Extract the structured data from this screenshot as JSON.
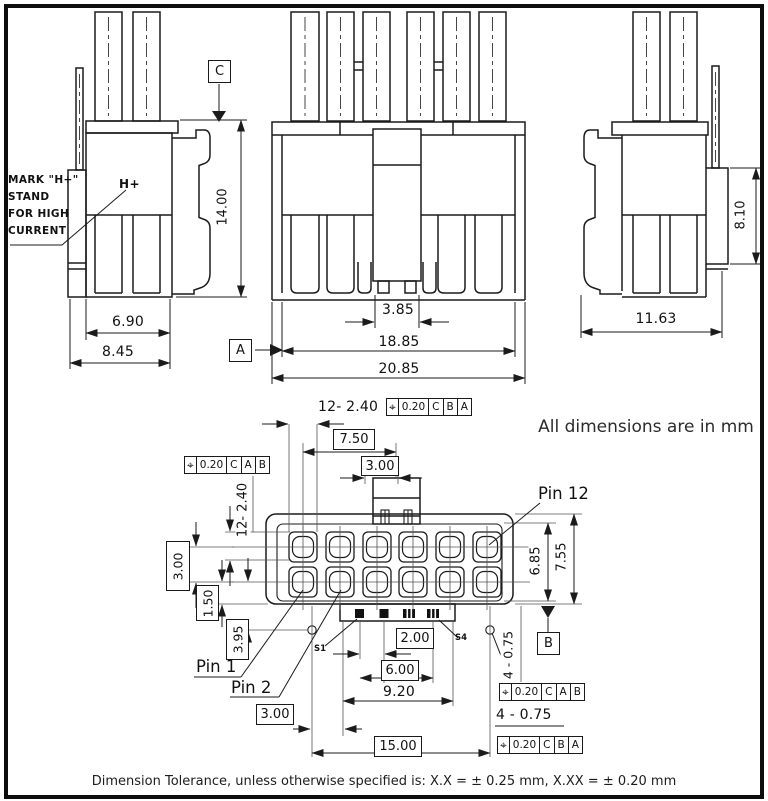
{
  "notes": {
    "units": "All dimensions are in mm",
    "tolerance": "Dimension Tolerance, unless otherwise specified is:  X.X = ± 0.25 mm, X.XX = ± 0.20 mm",
    "mark_l1": "MARK \"H+\"",
    "mark_l2": "STAND",
    "mark_l3": "FOR HIGH",
    "mark_l4": "CURRENT",
    "mark_symbol": "H+"
  },
  "datums": {
    "a": "A",
    "b": "B",
    "c": "C"
  },
  "views": {
    "side_left": {
      "dim_inner_width": "6.90",
      "dim_outer_width": "8.45",
      "dim_height": "14.00"
    },
    "front": {
      "dim_latch": "3.85",
      "dim_inner": "18.85",
      "dim_overall": "20.85"
    },
    "side_right": {
      "dim_width": "11.63",
      "dim_tab": "8.10"
    },
    "bottom": {
      "cavity_note_h": "12- 2.40",
      "cavity_note_v": "12- 2.40",
      "dim_750": "7.50",
      "dim_300_top": "3.00",
      "dim_300_left": "3.00",
      "dim_150": "1.50",
      "dim_395": "3.95",
      "dim_300_bl": "3.00",
      "dim_200": "2.00",
      "dim_600": "6.00",
      "dim_920": "9.20",
      "dim_1500": "15.00",
      "dim_685": "6.85",
      "dim_755": "7.55",
      "post_note_v": "4 - 0.75",
      "post_note_h": "4 - 0.75",
      "pin1": "Pin 1",
      "pin2": "Pin 2",
      "pin12": "Pin 12",
      "s1": "S1",
      "s4": "S4"
    }
  },
  "fcf": {
    "top": {
      "sym": "⌖",
      "tol": "0.20",
      "d1": "C",
      "d2": "B",
      "d3": "A"
    },
    "left": {
      "sym": "⌖",
      "tol": "0.20",
      "d1": "C",
      "d2": "A",
      "d3": "B"
    },
    "right_upper": {
      "sym": "⌖",
      "tol": "0.20",
      "d1": "C",
      "d2": "A",
      "d3": "B"
    },
    "right_lower": {
      "sym": "⌖",
      "tol": "0.20",
      "d1": "C",
      "d2": "B",
      "d3": "A"
    }
  },
  "colors": {
    "line": "#1b1b1b",
    "background": "#ffffff"
  }
}
